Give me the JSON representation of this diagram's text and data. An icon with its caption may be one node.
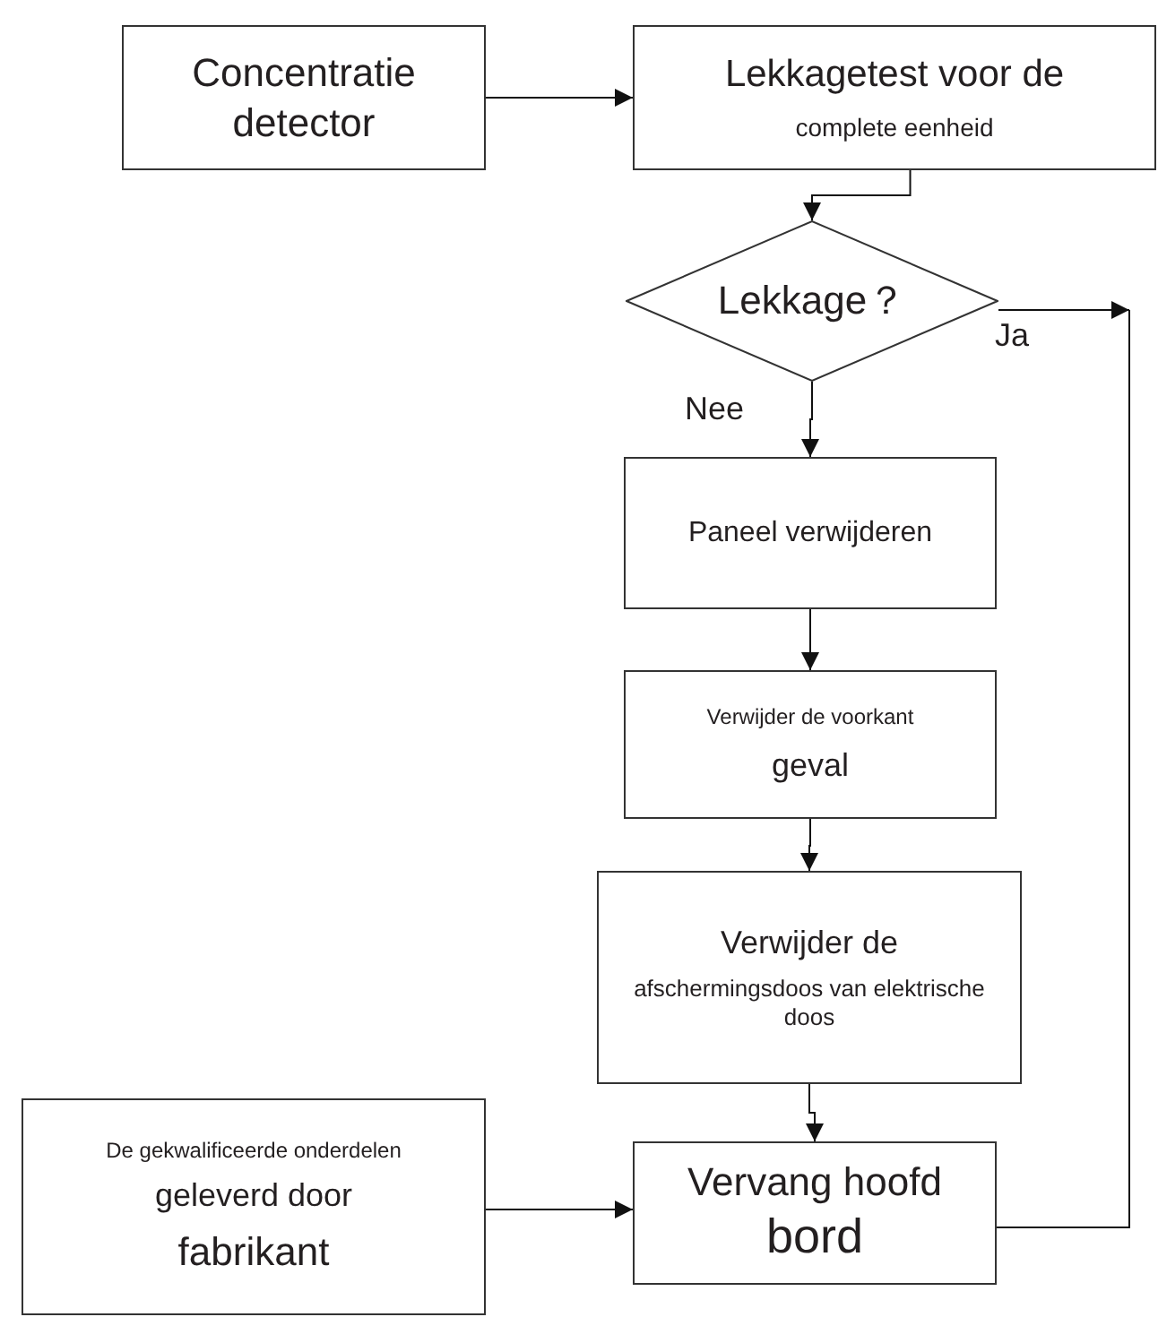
{
  "diagram": {
    "nodes": [
      {
        "text": [
          "Concentratie detector"
        ]
      },
      {
        "text": [
          "Lekkagetest voor de",
          "complete eenheid"
        ]
      },
      {
        "text": [
          "Lekkage？"
        ]
      },
      {
        "text": [
          "Paneel verwijderen"
        ]
      },
      {
        "text": [
          "Verwijder de voorkant",
          "geval"
        ]
      },
      {
        "text": [
          "Verwijder de",
          "afschermingsdoos van elektrische doos"
        ]
      },
      {
        "text": [
          "De gekwalificeerde onderdelen",
          "geleverd door",
          "fabrikant"
        ]
      },
      {
        "text": [
          "Vervang hoofd",
          "bord"
        ]
      }
    ],
    "edges": [
      {
        "from": 0,
        "to": 1,
        "arrow": "to"
      },
      {
        "from": 1,
        "to": 2,
        "arrow": "to"
      },
      {
        "from": 2,
        "to": 3,
        "arrow": "to",
        "label": "Nee"
      },
      {
        "from": 2,
        "to": null,
        "arrow": "to",
        "label": "Ja"
      },
      {
        "from": 3,
        "to": 4,
        "arrow": "to"
      },
      {
        "from": 4,
        "to": 5,
        "arrow": "to"
      },
      {
        "from": 5,
        "to": 7,
        "arrow": "to"
      },
      {
        "from": 6,
        "to": 7,
        "arrow": "to"
      },
      {
        "from": 7,
        "to": null,
        "arrow": "none"
      }
    ]
  }
}
